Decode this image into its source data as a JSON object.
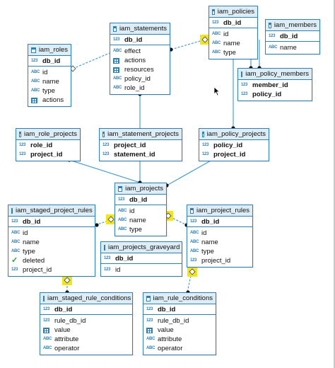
{
  "diagram": {
    "colors": {
      "border": "#2f7fb0",
      "header_bg": "#ddecf5",
      "line": "#4a9fd0",
      "highlight": "#f2e51a"
    },
    "type_icons": {
      "int": "123",
      "text": "ABC",
      "array": "grid-icon",
      "bool": "check-icon"
    },
    "entities": {
      "iam_policies": {
        "title": "iam_policies",
        "columns": [
          {
            "type": "int",
            "name": "db_id",
            "key": true
          },
          {
            "type": "text",
            "name": "id"
          },
          {
            "type": "text",
            "name": "name"
          },
          {
            "type": "text",
            "name": "type"
          }
        ]
      },
      "iam_members": {
        "title": "iam_members",
        "columns": [
          {
            "type": "int",
            "name": "db_id",
            "key": true
          },
          {
            "type": "text",
            "name": "name"
          }
        ]
      },
      "iam_statements": {
        "title": "iam_statements",
        "columns": [
          {
            "type": "int",
            "name": "db_id",
            "key": true
          },
          {
            "type": "text",
            "name": "effect"
          },
          {
            "type": "array",
            "name": "actions"
          },
          {
            "type": "array",
            "name": "resources"
          },
          {
            "type": "text",
            "name": "policy_id"
          },
          {
            "type": "text",
            "name": "role_id"
          }
        ]
      },
      "iam_roles": {
        "title": "iam_roles",
        "columns": [
          {
            "type": "int",
            "name": "db_id",
            "key": true
          },
          {
            "type": "text",
            "name": "id"
          },
          {
            "type": "text",
            "name": "name"
          },
          {
            "type": "text",
            "name": "type"
          },
          {
            "type": "array",
            "name": "actions"
          }
        ]
      },
      "iam_policy_members": {
        "title": "iam_policy_members",
        "columns": [
          {
            "type": "int",
            "name": "member_id",
            "key": true
          },
          {
            "type": "int",
            "name": "policy_id",
            "key": true
          }
        ]
      },
      "iam_role_projects": {
        "title": "iam_role_projects",
        "columns": [
          {
            "type": "int",
            "name": "role_id",
            "key": true
          },
          {
            "type": "int",
            "name": "project_id",
            "key": true
          }
        ]
      },
      "iam_statement_projects": {
        "title": "iam_statement_projects",
        "columns": [
          {
            "type": "int",
            "name": "project_id",
            "key": true
          },
          {
            "type": "int",
            "name": "statement_id",
            "key": true
          }
        ]
      },
      "iam_policy_projects": {
        "title": "iam_policy_projects",
        "columns": [
          {
            "type": "int",
            "name": "policy_id",
            "key": true
          },
          {
            "type": "int",
            "name": "project_id",
            "key": true
          }
        ]
      },
      "iam_projects": {
        "title": "iam_projects",
        "columns": [
          {
            "type": "int",
            "name": "db_id",
            "key": true
          },
          {
            "type": "text",
            "name": "id"
          },
          {
            "type": "text",
            "name": "name"
          },
          {
            "type": "text",
            "name": "type"
          }
        ]
      },
      "iam_staged_project_rules": {
        "title": "iam_staged_project_rules",
        "columns": [
          {
            "type": "int",
            "name": "db_id",
            "key": true
          },
          {
            "type": "text",
            "name": "id"
          },
          {
            "type": "text",
            "name": "name"
          },
          {
            "type": "text",
            "name": "type"
          },
          {
            "type": "bool",
            "name": "deleted"
          },
          {
            "type": "int",
            "name": "project_id"
          }
        ]
      },
      "iam_project_rules": {
        "title": "iam_project_rules",
        "columns": [
          {
            "type": "int",
            "name": "db_id",
            "key": true
          },
          {
            "type": "text",
            "name": "id"
          },
          {
            "type": "text",
            "name": "name"
          },
          {
            "type": "text",
            "name": "type"
          },
          {
            "type": "int",
            "name": "project_id"
          }
        ]
      },
      "iam_projects_graveyard": {
        "title": "iam_projects_graveyard",
        "columns": [
          {
            "type": "int",
            "name": "db_id",
            "key": true
          },
          {
            "type": "int",
            "name": "id"
          }
        ]
      },
      "iam_staged_rule_conditions": {
        "title": "iam_staged_rule_conditions",
        "columns": [
          {
            "type": "int",
            "name": "db_id",
            "key": true
          },
          {
            "type": "int",
            "name": "rule_db_id"
          },
          {
            "type": "array",
            "name": "value"
          },
          {
            "type": "text",
            "name": "attribute"
          },
          {
            "type": "text",
            "name": "operator"
          }
        ]
      },
      "iam_rule_conditions": {
        "title": "iam_rule_conditions",
        "columns": [
          {
            "type": "int",
            "name": "db_id",
            "key": true
          },
          {
            "type": "int",
            "name": "rule_db_id"
          },
          {
            "type": "array",
            "name": "value"
          },
          {
            "type": "text",
            "name": "attribute"
          },
          {
            "type": "text",
            "name": "operator"
          }
        ]
      }
    }
  }
}
